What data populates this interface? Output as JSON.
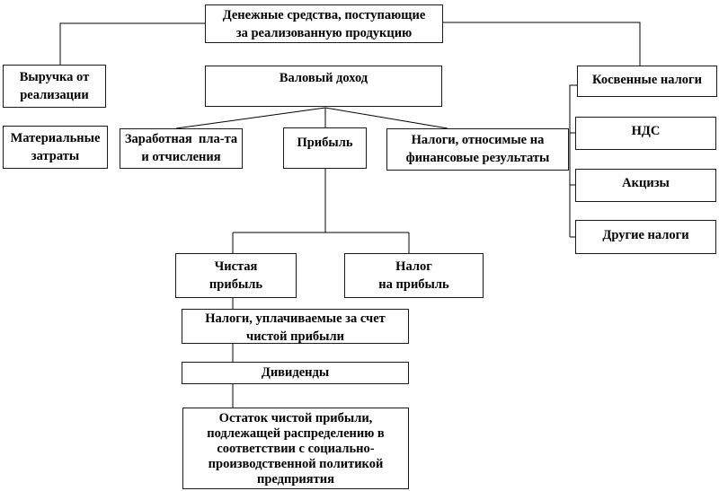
{
  "diagram": {
    "language": "ru",
    "background": "#ffffff",
    "line_color": "#000000",
    "border_color": "#1a1a1a",
    "text_color": "#000000",
    "nodes": {
      "cash": {
        "label": "Денежные средства, поступающие\nза реализованную продукцию"
      },
      "revenue": {
        "label": "Выручка от\nреализации"
      },
      "material_costs": {
        "label": "Материальные\nзатраты"
      },
      "gross_income": {
        "label": "Валовый доход"
      },
      "salary": {
        "label": "Заработная  пла-та\nи отчисления"
      },
      "profit": {
        "label": "Прибыль"
      },
      "taxes_financial": {
        "label": "Налоги, относимые на\nфинансовые результаты"
      },
      "indirect_taxes": {
        "label": "Косвенные налоги"
      },
      "vat": {
        "label": "НДС"
      },
      "excise": {
        "label": "Акцизы"
      },
      "other_taxes": {
        "label": "Другие налоги"
      },
      "net_profit": {
        "label": "Чистая\nприбыль"
      },
      "profit_tax": {
        "label": "Налог\nна прибыль"
      },
      "taxes_from_net_profit": {
        "label": "Налоги, уплачиваемые за счет\nчистой прибыли"
      },
      "dividends": {
        "label": "Дивиденды"
      },
      "residual_profit": {
        "label": "Остаток чистой прибыли,\nподлежащей распределению в\nсоответствии с социально-\nпроизводственной политикой\nпредприятия"
      }
    },
    "edges": [
      {
        "from": "cash",
        "to": "revenue"
      },
      {
        "from": "cash",
        "to": "indirect_taxes"
      },
      {
        "from": "gross_income",
        "to": "salary"
      },
      {
        "from": "gross_income",
        "to": "profit"
      },
      {
        "from": "gross_income",
        "to": "taxes_financial"
      },
      {
        "from": "profit",
        "to": "net_profit"
      },
      {
        "from": "profit",
        "to": "profit_tax"
      },
      {
        "from": "net_profit",
        "to": "taxes_from_net_profit"
      },
      {
        "from": "taxes_from_net_profit",
        "to": "dividends"
      },
      {
        "from": "dividends",
        "to": "residual_profit"
      },
      {
        "from": "indirect_taxes",
        "to": "vat"
      },
      {
        "from": "indirect_taxes",
        "to": "excise"
      },
      {
        "from": "indirect_taxes",
        "to": "other_taxes"
      }
    ]
  }
}
